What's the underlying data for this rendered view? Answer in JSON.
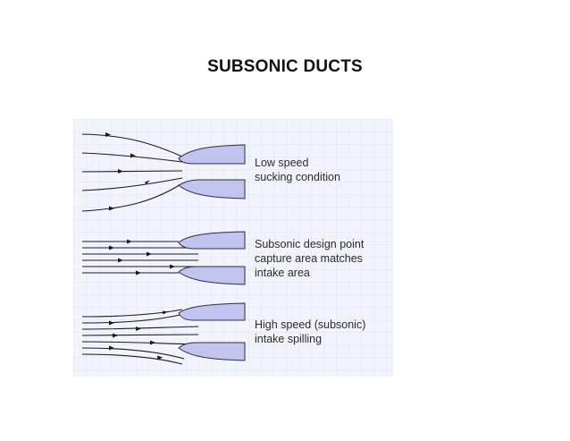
{
  "slide": {
    "title": "SUBSONIC DUCTS"
  },
  "diagram": {
    "panels": [
      {
        "condition": "low-speed",
        "caption_lines": [
          "Low speed",
          "sucking condition"
        ]
      },
      {
        "condition": "design-point",
        "caption_lines": [
          "Subsonic design point",
          "capture area matches",
          "intake area"
        ]
      },
      {
        "condition": "high-speed",
        "caption_lines": [
          "High speed (subsonic)",
          "intake spilling"
        ]
      }
    ],
    "colors": {
      "background": "#f2f4fb",
      "grid": "#d9dff0",
      "lip_fill": "#c2c4f0",
      "lip_stroke": "#2d2d4a",
      "streamline": "#1a1a1a"
    }
  }
}
